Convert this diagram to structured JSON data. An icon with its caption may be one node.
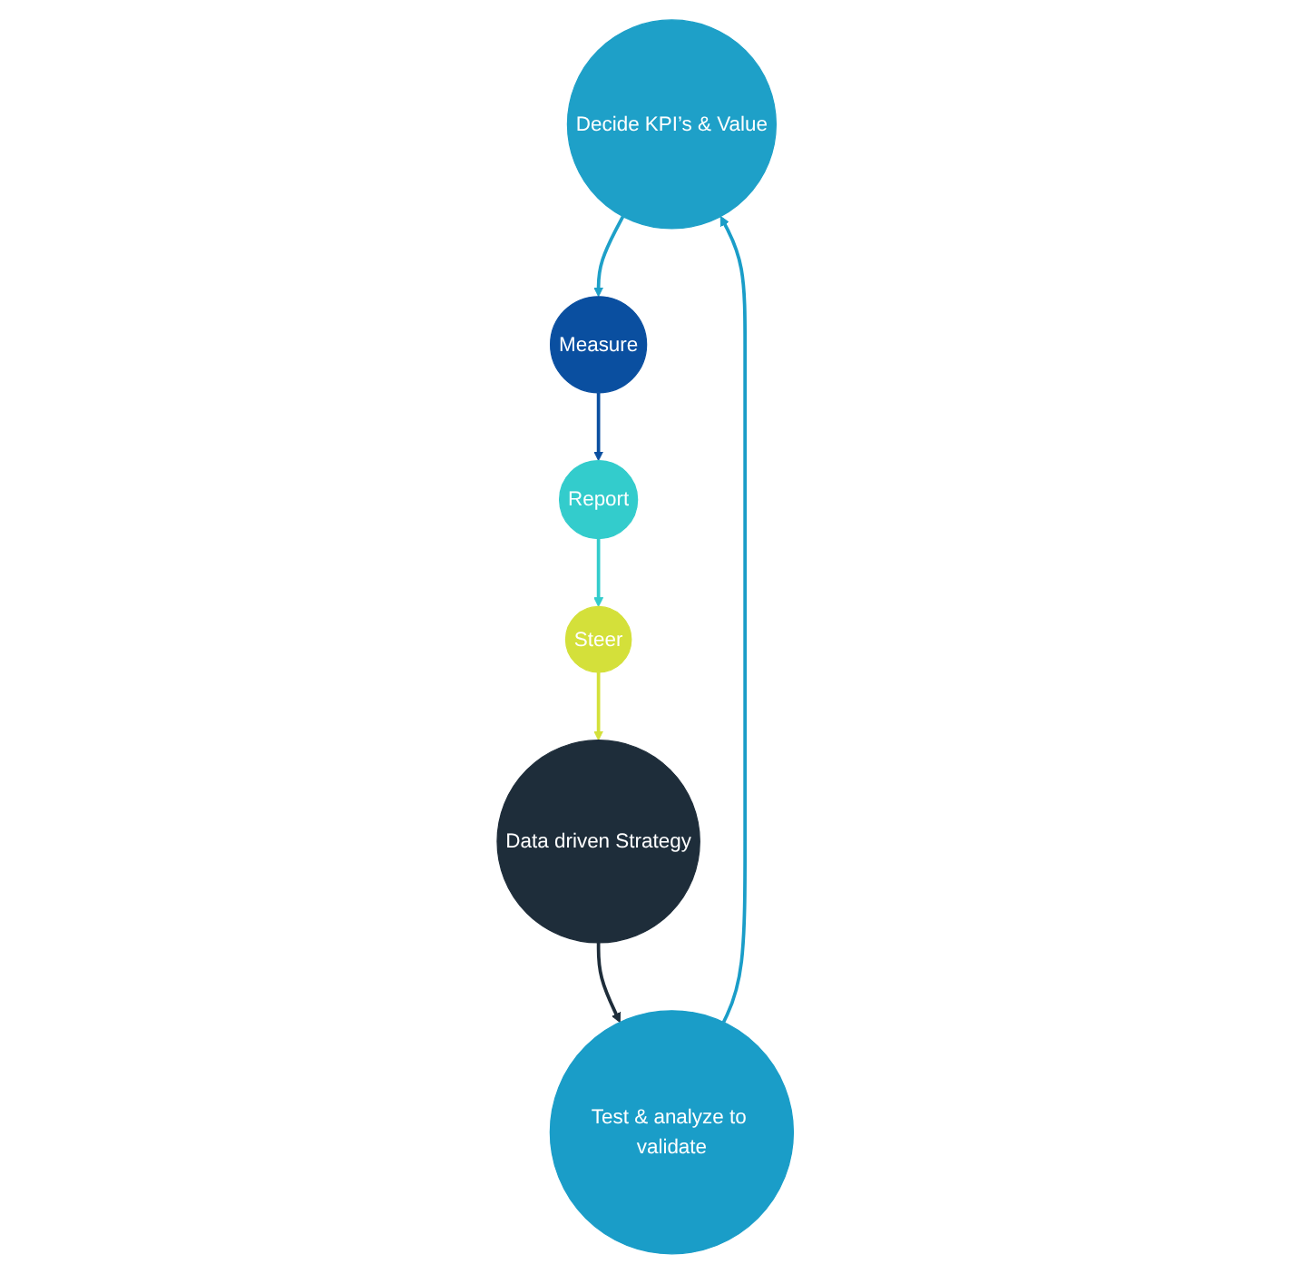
{
  "diagram": {
    "nodes": [
      {
        "text": [
          "Decide KPI’s & Value"
        ]
      },
      {
        "text": [
          "Measure"
        ]
      },
      {
        "text": [
          "Report"
        ]
      },
      {
        "text": [
          "Steer"
        ]
      },
      {
        "text": [
          "Data driven Strategy"
        ]
      },
      {
        "text": [
          "Test & analyze to validate"
        ]
      }
    ],
    "edges": [
      {
        "from": 0,
        "to": 1,
        "arrow": "to",
        "color": "#1ea0c8"
      },
      {
        "from": 1,
        "to": 2,
        "arrow": "to",
        "color": "#0a4fa0"
      },
      {
        "from": 2,
        "to": 3,
        "arrow": "to",
        "color": "#33cccc"
      },
      {
        "from": 3,
        "to": 4,
        "arrow": "to",
        "color": "#d4e03a"
      },
      {
        "from": 4,
        "to": 5,
        "arrow": "to",
        "color": "#1e2d3a"
      },
      {
        "from": 5,
        "to": 0,
        "arrow": "to",
        "color": "#1a9dc8"
      }
    ]
  }
}
